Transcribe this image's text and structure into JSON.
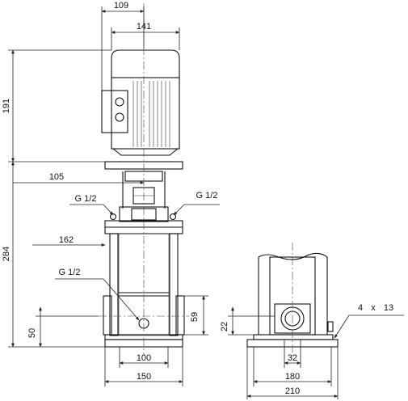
{
  "dimensions": {
    "front_top_width": "109",
    "motor_width": "141",
    "motor_height": "191",
    "lower_height": "284",
    "flange_offset": "105",
    "pump_offset": "162",
    "base_height": "50",
    "inlet_height": "59",
    "base_inner_width": "100",
    "base_outer_width": "150",
    "side_port_height": "22",
    "side_port_width": "32",
    "side_inner_width": "180",
    "side_outer_width": "210",
    "holes_count": "4",
    "holes_times": "x",
    "holes_diameter": "13"
  },
  "threads": {
    "left": "G 1/2",
    "right": "G 1/2",
    "lower": "G 1/2"
  }
}
